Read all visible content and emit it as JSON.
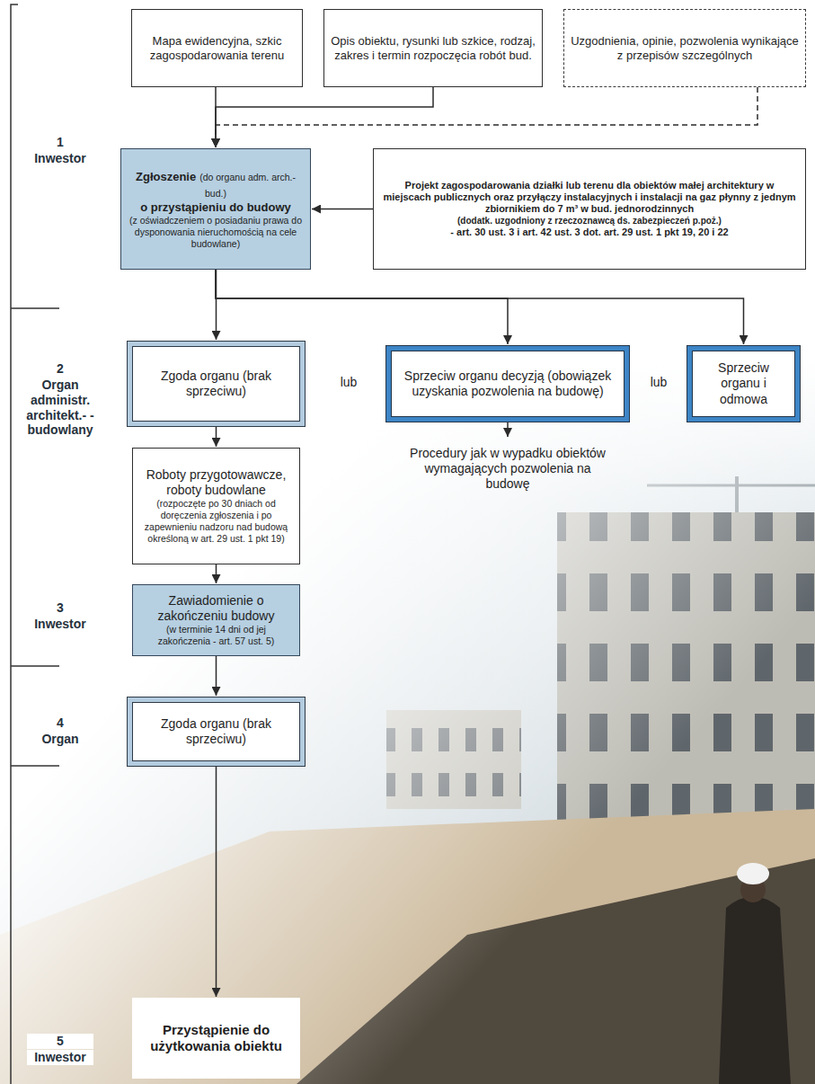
{
  "diagram": {
    "nodes": [
      {
        "text": [
          "Mapa ewidencyjna, szkic zagospodarowania terenu"
        ]
      },
      {
        "text": [
          "Opis obiektu, rysunki lub szkice, rodzaj, zakres i termin rozpoczęcia robót bud."
        ]
      },
      {
        "text": [
          "Uzgodnienia, opinie, pozwolenia wynikające z przepisów szczególnych"
        ]
      },
      {
        "text": [
          "Zgłoszenie",
          "(do organu adm. arch.-bud.)",
          "o przystąpieniu do budowy",
          "(z oświadczeniem o posiadaniu prawa do dysponowania nieruchomością na cele budowlane)"
        ]
      },
      {
        "text": [
          "Projekt zagospodarowania działki lub terenu dla obiektów małej architektury w miejscach publicznych oraz przyłączy instalacyjnych i instalacji na gaz płynny z jednym zbiornikiem do 7 m³ w bud. jednorodzinnych",
          "(dodatk. uzgodniony z rzeczoznawcą ds. zabezpieczeń p.poż.)",
          "- art. 30 ust. 3 i art. 42 ust. 3 dot. art. 29 ust. 1 pkt 19, 20 i 22"
        ]
      },
      {
        "text": [
          "Zgoda organu (brak sprzeciwu)"
        ]
      },
      {
        "text": [
          "Sprzeciw organu decyzją (obowiązek uzyskania pozwolenia na budowę)"
        ]
      },
      {
        "text": [
          "Sprzeciw organu i odmowa"
        ]
      },
      {
        "text": [
          "Procedury jak w wypadku obiektów wymagających pozwolenia na budowę"
        ]
      },
      {
        "text": [
          "Roboty przygotowawcze, roboty budowlane",
          "(rozpoczęte po 30 dniach od doręczenia zgłoszenia i po zapewnieniu nadzoru nad budową określoną w art. 29 ust. 1 pkt 19)"
        ]
      },
      {
        "text": [
          "Zawiadomienie o zakończeniu budowy",
          "(w terminie 14 dni od jej zakończenia - art. 57 ust. 5)"
        ]
      },
      {
        "text": [
          "Zgoda organu (brak sprzeciwu)"
        ]
      },
      {
        "text": [
          "Przystąpienie do użytkowania obiektu"
        ]
      }
    ],
    "edges": [
      {
        "from": 0,
        "to": 3,
        "arrow": "to"
      },
      {
        "from": 1,
        "to": 3,
        "arrow": "to"
      },
      {
        "from": 2,
        "to": 3,
        "arrow": "to"
      },
      {
        "from": 4,
        "to": 3,
        "arrow": "to"
      },
      {
        "from": 3,
        "to": 5,
        "arrow": "to"
      },
      {
        "from": 3,
        "to": 6,
        "arrow": "to"
      },
      {
        "from": 3,
        "to": 7,
        "arrow": "to"
      },
      {
        "from": 6,
        "to": 8,
        "arrow": "to"
      },
      {
        "from": 5,
        "to": 9,
        "arrow": "to"
      },
      {
        "from": 9,
        "to": 10,
        "arrow": "to"
      },
      {
        "from": 10,
        "to": 11,
        "arrow": "to"
      },
      {
        "from": 11,
        "to": 12,
        "arrow": "to"
      }
    ],
    "labels": [
      "lub",
      "lub",
      "1",
      "Inwestor",
      "2",
      "Organ administr. architekt.- - budowlany",
      "3",
      "Inwestor",
      "4",
      "Organ",
      "5",
      "Inwestor"
    ]
  }
}
